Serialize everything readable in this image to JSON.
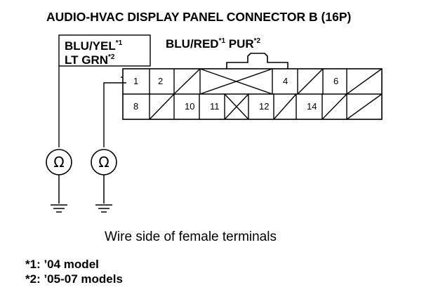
{
  "title": "AUDIO-HVAC DISPLAY PANEL CONNECTOR B (16P)",
  "wire_labels": {
    "left_line1_text": "BLU/YEL",
    "left_line1_mark": "*1",
    "left_line2_text": "LT GRN",
    "left_line2_mark": "*2",
    "right_text1": "BLU/RED",
    "right_mark1": "*1",
    "right_text2": "PUR",
    "right_mark2": "*2"
  },
  "connector": {
    "top_row": [
      "1",
      "2",
      "",
      "",
      "",
      "",
      "4",
      "",
      "6",
      ""
    ],
    "bottom_row": [
      "8",
      "",
      "10",
      "11",
      "",
      "12",
      "",
      "14",
      "",
      ""
    ],
    "empty_cell_mark": "diagonal",
    "wide_cell_mark": "x"
  },
  "meters": {
    "symbol": "Ω",
    "count": 2
  },
  "caption": "Wire side of female terminals",
  "footnotes": [
    "*1: ’04 model",
    "*2: ’05-07 models"
  ]
}
